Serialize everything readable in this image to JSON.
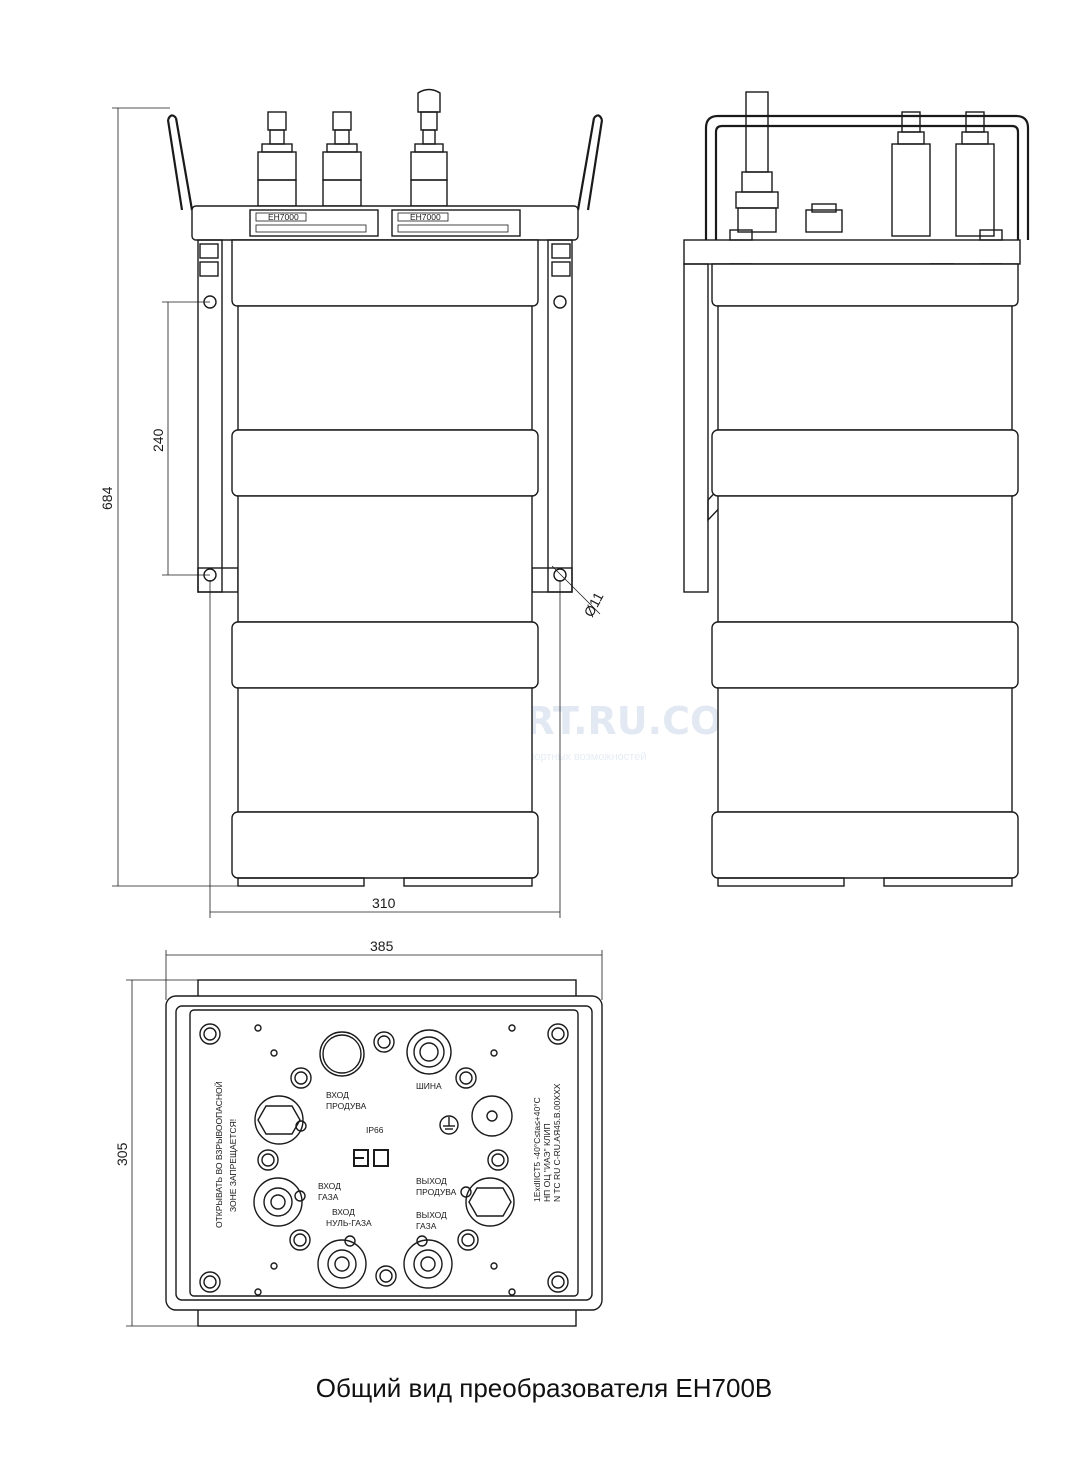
{
  "dimensions": {
    "height_total": "684",
    "mount_spacing": "240",
    "hole_diameter": "Ø11",
    "width_front": "310",
    "width_top": "385",
    "depth_top": "305"
  },
  "top_view_labels": {
    "purge_inlet_1": "ВХОД",
    "purge_inlet_2": "ПРОДУВА",
    "bus": "ШИНА",
    "ip_rating": "IP66",
    "gas_inlet_1": "ВХОД",
    "gas_inlet_2": "ГАЗА",
    "zero_gas_inlet_1": "ВХОД",
    "zero_gas_inlet_2": "НУЛЬ-ГАЗА",
    "purge_outlet_1": "ВЫХОД",
    "purge_outlet_2": "ПРОДУВА",
    "gas_outlet_1": "ВЫХОД",
    "gas_outlet_2": "ГАЗА",
    "warning_1": "ОТКРЫВАТЬ ВО ВЗРЫВООПАСНОЙ",
    "warning_2": "ЗОНЕ ЗАПРЕЩАЕТСЯ!",
    "marking_1": "1ExdIICT5 -40°C≤ta≤+40°C",
    "marking_2": "НП ОЦ \"ИАЭ\" КЛИП",
    "marking_3": "N TC RU C-RU.АЯ45.В.00XXX"
  },
  "label_plate_text": "EH7000",
  "watermark": {
    "title": "EXPORT.RU.COM",
    "subtitle": "центр оптимизации экспортных возможностей"
  },
  "caption": "Общий вид преобразователя EH700B",
  "colors": {
    "line": "#1a1a1a",
    "watermark": "#dfe7f2"
  }
}
